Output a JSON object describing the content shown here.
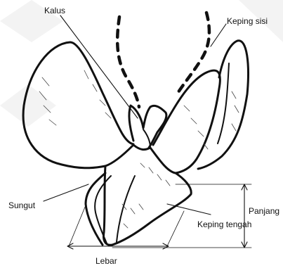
{
  "labels": {
    "kalus": "Kalus",
    "keping_sisi": "Keping sisi",
    "sungut": "Sungut",
    "panjang": "Panjang",
    "keping_tengah": "Keping tengah",
    "lebar": "Lebar"
  },
  "colors": {
    "ink": "#111111",
    "background": "#ffffff",
    "watermark": "#f3f3f3"
  }
}
